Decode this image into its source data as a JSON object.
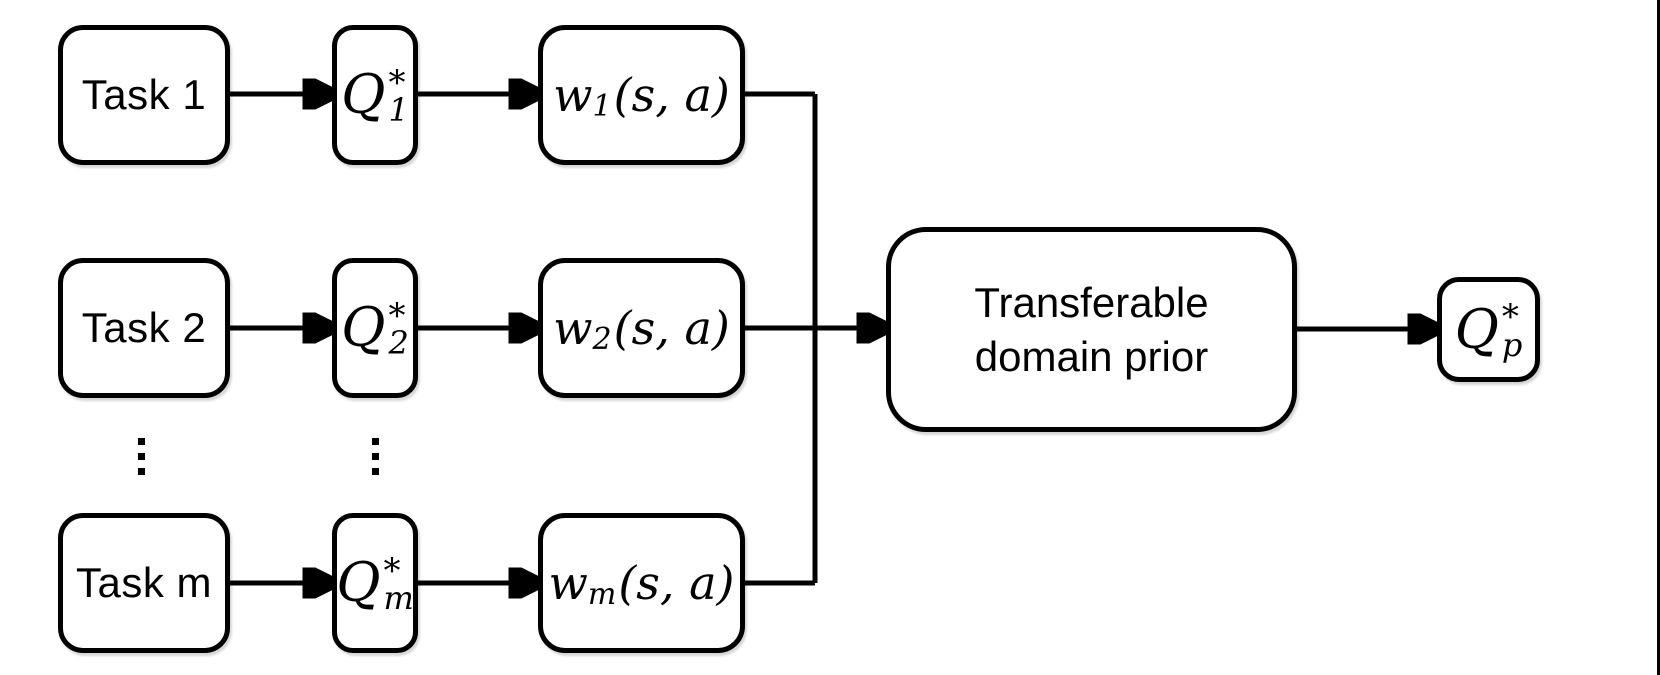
{
  "colors": {
    "stroke": "#000000",
    "background": "#ffffff",
    "frame_line": "#000000"
  },
  "diagram": {
    "tasks": [
      {
        "label": "Task 1",
        "q": {
          "base": "Q",
          "sup": "*",
          "sub": "1"
        },
        "w": {
          "base": "w",
          "sub": "1",
          "args": "(s, a)"
        }
      },
      {
        "label": "Task 2",
        "q": {
          "base": "Q",
          "sup": "*",
          "sub": "2"
        },
        "w": {
          "base": "w",
          "sub": "2",
          "args": "(s, a)"
        }
      },
      {
        "label": "Task m",
        "q": {
          "base": "Q",
          "sup": "*",
          "sub": "m"
        },
        "w": {
          "base": "w",
          "sub": "m",
          "args": "(s, a)"
        }
      }
    ],
    "ellipsis_glyph": "⋮",
    "prior": {
      "line1": "Transferable",
      "line2": "domain prior"
    },
    "output": {
      "base": "Q",
      "sup": "*",
      "sub": "p"
    }
  }
}
